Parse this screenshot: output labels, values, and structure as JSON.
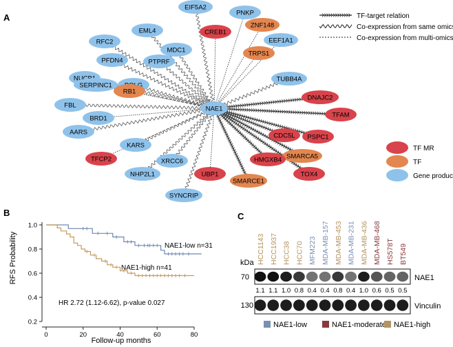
{
  "panels": {
    "A": {
      "letter": "A",
      "legend_edges": [
        {
          "kind": "tf",
          "label": "TF-target relation"
        },
        {
          "kind": "same",
          "label": "Co-expression from same omics type"
        },
        {
          "kind": "multi",
          "label": "Co-expression from multi-omics type"
        }
      ],
      "legend_nodes": [
        {
          "type": "tfmr",
          "label": "TF MR"
        },
        {
          "type": "tf",
          "label": "TF"
        },
        {
          "type": "gene",
          "label": "Gene product"
        }
      ],
      "colors": {
        "tfmr": "#d9434b",
        "tf": "#e3864f",
        "gene": "#8fc2ea",
        "edge": "#444444"
      },
      "center": "NAE1",
      "nodes": [
        {
          "id": "EML4",
          "type": "gene"
        },
        {
          "id": "EIF5A2",
          "type": "gene"
        },
        {
          "id": "PNKP",
          "type": "gene"
        },
        {
          "id": "RFC2",
          "type": "gene"
        },
        {
          "id": "MDC1",
          "type": "gene"
        },
        {
          "id": "CREB1",
          "type": "tfmr"
        },
        {
          "id": "ZNF148",
          "type": "tf"
        },
        {
          "id": "PFDN4",
          "type": "gene"
        },
        {
          "id": "PTPRF",
          "type": "gene"
        },
        {
          "id": "EEF1A1",
          "type": "gene"
        },
        {
          "id": "TRPS1",
          "type": "tf"
        },
        {
          "id": "NUCB1",
          "type": "gene"
        },
        {
          "id": "POLG",
          "type": "gene"
        },
        {
          "id": "TUBB4A",
          "type": "gene"
        },
        {
          "id": "SERPINC1",
          "type": "gene"
        },
        {
          "id": "RB1",
          "type": "tf"
        },
        {
          "id": "DNAJC2",
          "type": "tfmr"
        },
        {
          "id": "FBL",
          "type": "gene"
        },
        {
          "id": "TFAM",
          "type": "tfmr"
        },
        {
          "id": "BRD1",
          "type": "gene"
        },
        {
          "id": "AARS",
          "type": "gene"
        },
        {
          "id": "CDC5L",
          "type": "tfmr"
        },
        {
          "id": "PSPC1",
          "type": "tfmr"
        },
        {
          "id": "KARS",
          "type": "gene"
        },
        {
          "id": "SMARCA5",
          "type": "tf"
        },
        {
          "id": "TFCP2",
          "type": "tfmr"
        },
        {
          "id": "XRCC6",
          "type": "gene"
        },
        {
          "id": "HMGXB4",
          "type": "tfmr"
        },
        {
          "id": "TOX4",
          "type": "tfmr"
        },
        {
          "id": "NHP2L1",
          "type": "gene"
        },
        {
          "id": "UBP1",
          "type": "tfmr"
        },
        {
          "id": "SMARCE1",
          "type": "tf"
        },
        {
          "id": "SYNCRIP",
          "type": "gene"
        }
      ],
      "edges": [
        {
          "to": "EML4",
          "kind": "same"
        },
        {
          "to": "EIF5A2",
          "kind": "same"
        },
        {
          "to": "PNKP",
          "kind": "multi"
        },
        {
          "to": "RFC2",
          "kind": "same"
        },
        {
          "to": "MDC1",
          "kind": "same"
        },
        {
          "to": "CREB1",
          "kind": "multi"
        },
        {
          "to": "ZNF148",
          "kind": "multi"
        },
        {
          "to": "PFDN4",
          "kind": "same"
        },
        {
          "to": "PTPRF",
          "kind": "same"
        },
        {
          "to": "EEF1A1",
          "kind": "multi"
        },
        {
          "to": "TRPS1",
          "kind": "multi"
        },
        {
          "to": "NUCB1",
          "kind": "same"
        },
        {
          "to": "POLG",
          "kind": "same"
        },
        {
          "to": "TUBB4A",
          "kind": "same"
        },
        {
          "to": "SERPINC1",
          "kind": "multi"
        },
        {
          "to": "RB1",
          "kind": "multi"
        },
        {
          "to": "DNAJC2",
          "kind": "tf"
        },
        {
          "to": "FBL",
          "kind": "same"
        },
        {
          "to": "TFAM",
          "kind": "tf"
        },
        {
          "to": "BRD1",
          "kind": "multi"
        },
        {
          "to": "AARS",
          "kind": "same"
        },
        {
          "to": "CDC5L",
          "kind": "tf"
        },
        {
          "to": "PSPC1",
          "kind": "tf"
        },
        {
          "to": "KARS",
          "kind": "same"
        },
        {
          "to": "SMARCA5",
          "kind": "tf"
        },
        {
          "to": "TFCP2",
          "kind": "multi"
        },
        {
          "to": "XRCC6",
          "kind": "same"
        },
        {
          "to": "HMGXB4",
          "kind": "tf"
        },
        {
          "to": "TOX4",
          "kind": "tf"
        },
        {
          "to": "NHP2L1",
          "kind": "same"
        },
        {
          "to": "UBP1",
          "kind": "multi"
        },
        {
          "to": "SMARCE1",
          "kind": "tf"
        },
        {
          "to": "SYNCRIP",
          "kind": "same"
        }
      ]
    },
    "B": {
      "letter": "B",
      "ylabel": "RFS Probability",
      "xlabel": "Follow-up months",
      "stat_text": "HR 2.72 (1.12-6.62), p-value 0.027"
    },
    "C": {
      "letter": "C",
      "kda_label": "kDa",
      "lanes": [
        {
          "name": "HCC1143",
          "group": "high",
          "nae1": "1.1"
        },
        {
          "name": "HCC1937",
          "group": "high",
          "nae1": "1.1"
        },
        {
          "name": "HCC38",
          "group": "high",
          "nae1": "1.0"
        },
        {
          "name": "HCC70",
          "group": "high",
          "nae1": "0.8"
        },
        {
          "name": "MFM223",
          "group": "low",
          "nae1": "0.4"
        },
        {
          "name": "MDA-MB-157",
          "group": "low",
          "nae1": "0.4"
        },
        {
          "name": "MDA-MB-453",
          "group": "high",
          "nae1": "0.8"
        },
        {
          "name": "MDA-MB-231",
          "group": "low",
          "nae1": "0.4"
        },
        {
          "name": "MDA-MB-436",
          "group": "high",
          "nae1": "1.0"
        },
        {
          "name": "MDA-MB-468",
          "group": "moderate",
          "nae1": "0.6"
        },
        {
          "name": "HS578T",
          "group": "moderate",
          "nae1": "0.5"
        },
        {
          "name": "BT549",
          "group": "moderate",
          "nae1": "0.5"
        }
      ],
      "blots": [
        {
          "marker": "70",
          "protein": "NAE1"
        },
        {
          "marker": "130",
          "protein": "Vinculin"
        }
      ],
      "group_colors": {
        "low": "#7b8fb3",
        "moderate": "#8a3a3d",
        "high": "#b4935f"
      },
      "legend": [
        {
          "group": "low",
          "label": "NAE1-low"
        },
        {
          "group": "moderate",
          "label": "NAE1-moderate"
        },
        {
          "group": "high",
          "label": "NAE1-high"
        }
      ]
    }
  },
  "chart_data": {
    "type": "line",
    "xlabel": "Follow-up months",
    "ylabel": "RFS Probability",
    "xlim": [
      0,
      80
    ],
    "ylim": [
      0.2,
      1.0
    ],
    "xticks": [
      0,
      20,
      40,
      60,
      80
    ],
    "yticks": [
      0.2,
      0.4,
      0.6,
      0.8,
      1.0
    ],
    "series": [
      {
        "name": "NAE1-low n=31",
        "color": "#6f86b0",
        "x": [
          0,
          12,
          18,
          25,
          30,
          36,
          42,
          48,
          52,
          62,
          64,
          84
        ],
        "y": [
          1.0,
          0.97,
          0.97,
          0.93,
          0.93,
          0.9,
          0.86,
          0.83,
          0.83,
          0.79,
          0.76,
          0.76
        ],
        "censor": [
          [
            20,
            0.97
          ],
          [
            22,
            0.97
          ],
          [
            28,
            0.93
          ],
          [
            33,
            0.93
          ],
          [
            38,
            0.9
          ],
          [
            44,
            0.86
          ],
          [
            46,
            0.86
          ],
          [
            50,
            0.83
          ],
          [
            53,
            0.83
          ],
          [
            55,
            0.83
          ],
          [
            56,
            0.83
          ],
          [
            58,
            0.83
          ],
          [
            60,
            0.83
          ],
          [
            66,
            0.76
          ],
          [
            68,
            0.76
          ],
          [
            70,
            0.76
          ],
          [
            72,
            0.76
          ],
          [
            74,
            0.76
          ],
          [
            77,
            0.76
          ]
        ]
      },
      {
        "name": "NAE1-high n=41",
        "color": "#c39a5c",
        "x": [
          0,
          6,
          8,
          11,
          13,
          15,
          17,
          19,
          21,
          24,
          27,
          30,
          33,
          36,
          40,
          44,
          48,
          80
        ],
        "y": [
          1.0,
          0.975,
          0.95,
          0.925,
          0.9,
          0.85,
          0.83,
          0.8,
          0.78,
          0.75,
          0.72,
          0.7,
          0.67,
          0.65,
          0.62,
          0.6,
          0.58,
          0.58
        ],
        "censor": [
          [
            22,
            0.78
          ],
          [
            26,
            0.75
          ],
          [
            32,
            0.7
          ],
          [
            35,
            0.67
          ],
          [
            38,
            0.65
          ],
          [
            42,
            0.62
          ],
          [
            46,
            0.6
          ],
          [
            50,
            0.58
          ],
          [
            52,
            0.58
          ],
          [
            54,
            0.58
          ],
          [
            56,
            0.58
          ],
          [
            58,
            0.58
          ],
          [
            60,
            0.58
          ],
          [
            62,
            0.58
          ],
          [
            64,
            0.58
          ],
          [
            66,
            0.58
          ],
          [
            68,
            0.58
          ],
          [
            70,
            0.58
          ],
          [
            72,
            0.58
          ],
          [
            75,
            0.58
          ]
        ]
      }
    ]
  }
}
